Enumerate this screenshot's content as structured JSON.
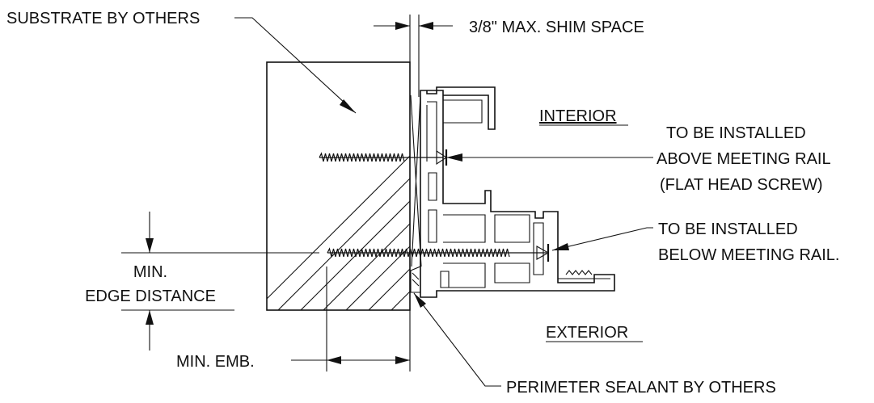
{
  "labels": {
    "substrate": "SUBSTRATE BY OTHERS",
    "shim": "3/8\" MAX. SHIM SPACE",
    "interior": "INTERIOR",
    "exterior": "EXTERIOR",
    "above_1": "TO BE INSTALLED",
    "above_2": "ABOVE MEETING RAIL",
    "above_3": "(FLAT HEAD SCREW)",
    "below_1": "TO BE INSTALLED",
    "below_2": "BELOW MEETING RAIL.",
    "min_edge_1": "MIN.",
    "min_edge_2": "EDGE DISTANCE",
    "min_emb": "MIN. EMB.",
    "sealant": "PERIMETER SEALANT BY OTHERS"
  }
}
